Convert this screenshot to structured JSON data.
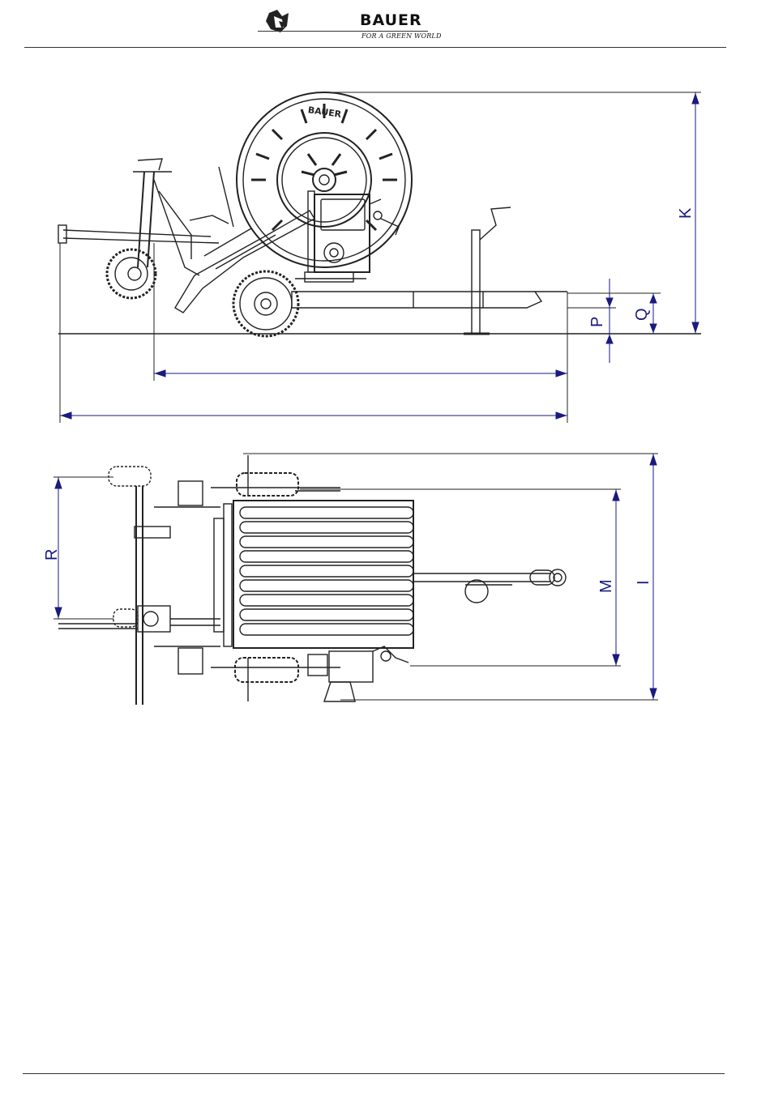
{
  "header": {
    "brand": "BAUER",
    "slogan": "FOR A GREEN WORLD"
  },
  "reel_text": "BAUER",
  "colors": {
    "dimension_line": "#1a1a80",
    "drawing_line": "#222222"
  },
  "side_view": {
    "dimension_labels": {
      "P": "P",
      "Q": "Q",
      "K": "K"
    }
  },
  "top_view": {
    "dimension_labels": {
      "R": "R",
      "M": "M",
      "I": "I"
    }
  }
}
